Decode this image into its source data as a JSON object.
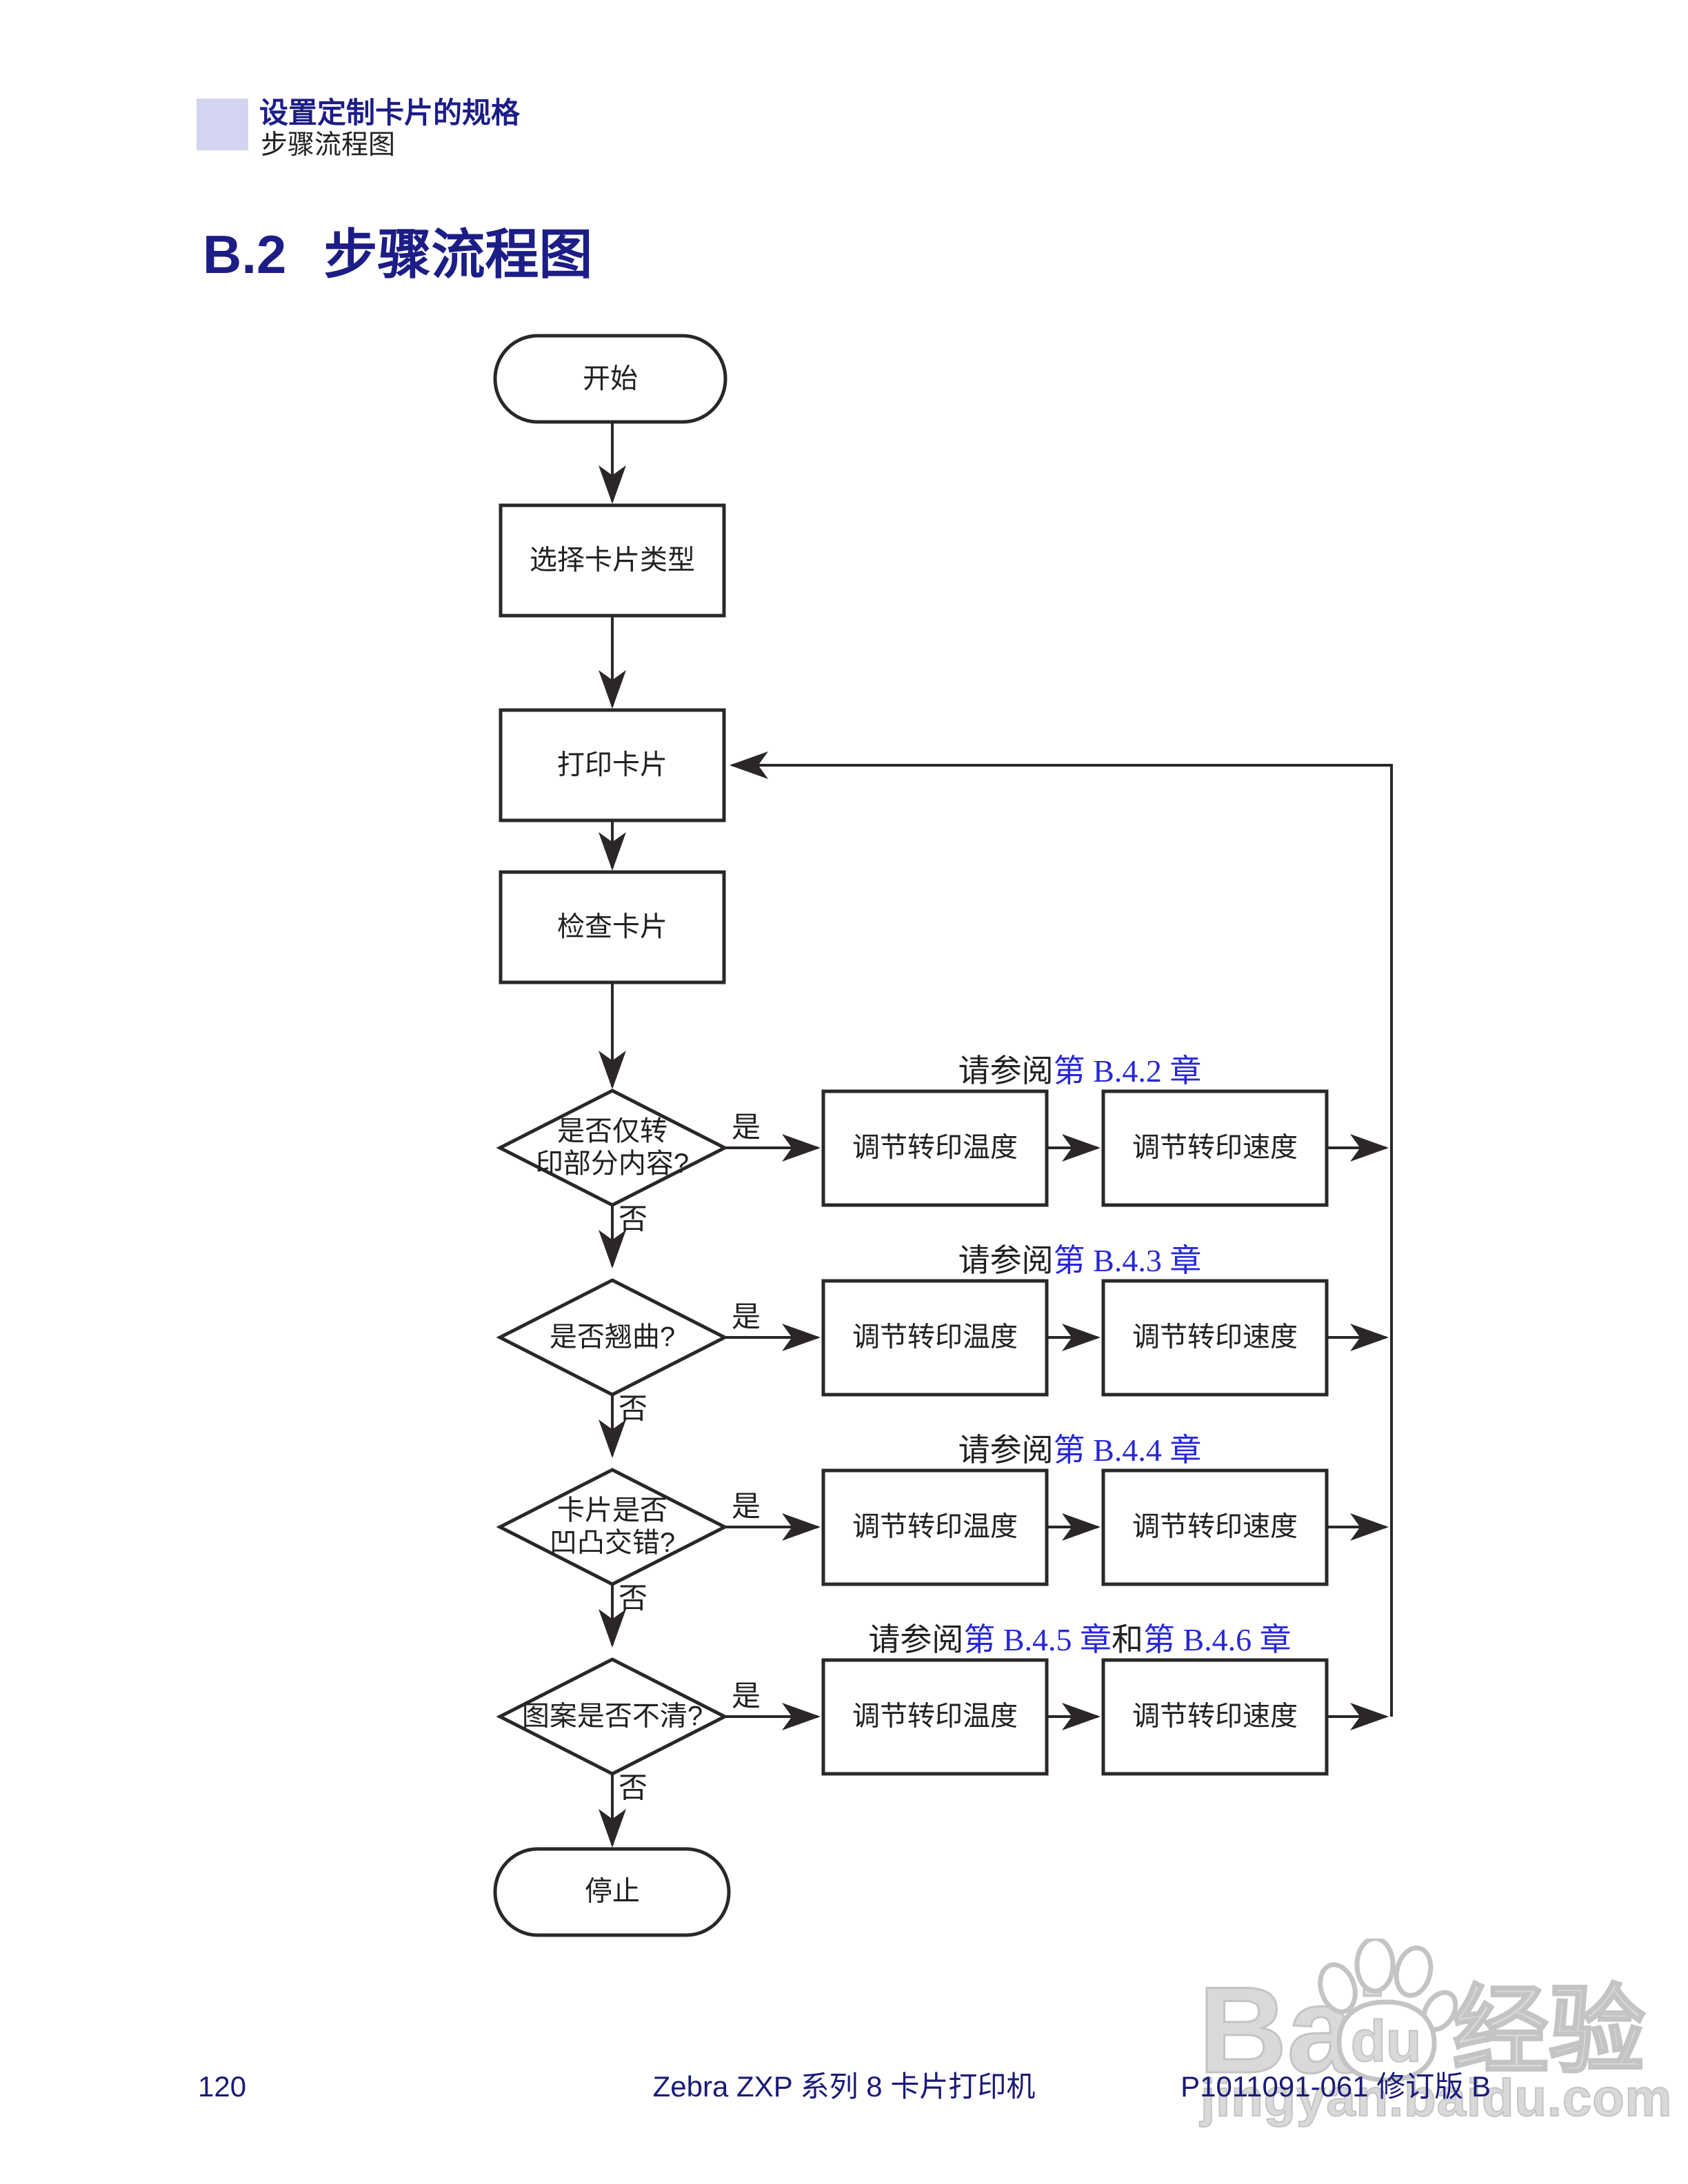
{
  "header": {
    "kicker": "设置定制卡片的规格",
    "subtitle": "步骤流程图"
  },
  "section": {
    "number": "B.2",
    "title": "步骤流程图"
  },
  "flowchart": {
    "start_label": "开始",
    "end_label": "停止",
    "steps": [
      {
        "label": "选择卡片类型"
      },
      {
        "label": "打印卡片"
      },
      {
        "label": "检查卡片"
      }
    ],
    "rows": [
      {
        "question_line1": "是否仅转",
        "question_line2": "印部分内容?",
        "yes": "是",
        "no": "否",
        "ref_prefix": "请参阅",
        "ref_link1": "第 B.4.2 章",
        "ref_mid": "",
        "ref_link2": "",
        "action1": "调节转印温度",
        "action2": "调节转印速度"
      },
      {
        "question_line1": "是否翘曲?",
        "question_line2": "",
        "yes": "是",
        "no": "否",
        "ref_prefix": "请参阅",
        "ref_link1": "第 B.4.3 章",
        "ref_mid": "",
        "ref_link2": "",
        "action1": "调节转印温度",
        "action2": "调节转印速度"
      },
      {
        "question_line1": "卡片是否",
        "question_line2": "凹凸交错?",
        "yes": "是",
        "no": "否",
        "ref_prefix": "请参阅",
        "ref_link1": "第 B.4.4 章",
        "ref_mid": "",
        "ref_link2": "",
        "action1": "调节转印温度",
        "action2": "调节转印速度"
      },
      {
        "question_line1": "图案是否不清?",
        "question_line2": "",
        "yes": "是",
        "no": "否",
        "ref_prefix": "请参阅",
        "ref_link1": "第 B.4.5 章",
        "ref_mid": "和",
        "ref_link2": "第 B.4.6 章",
        "action1": "调节转印温度",
        "action2": "调节转印速度"
      }
    ]
  },
  "footer": {
    "page_number": "120",
    "center": "Zebra ZXP 系列 8 卡片打印机",
    "right": "P1011091-061 修订版 B"
  },
  "watermark": {
    "bai": "Bai",
    "du": "du",
    "brand_suffix": "经验",
    "domain": "jingyan.baidu.com"
  },
  "colors": {
    "navy": "#1d1d87",
    "link_blue": "#2727d8",
    "line_ink": "#2b2728",
    "lavender": "#d3d4ef",
    "watermark_gray": "#d9d9d9"
  }
}
